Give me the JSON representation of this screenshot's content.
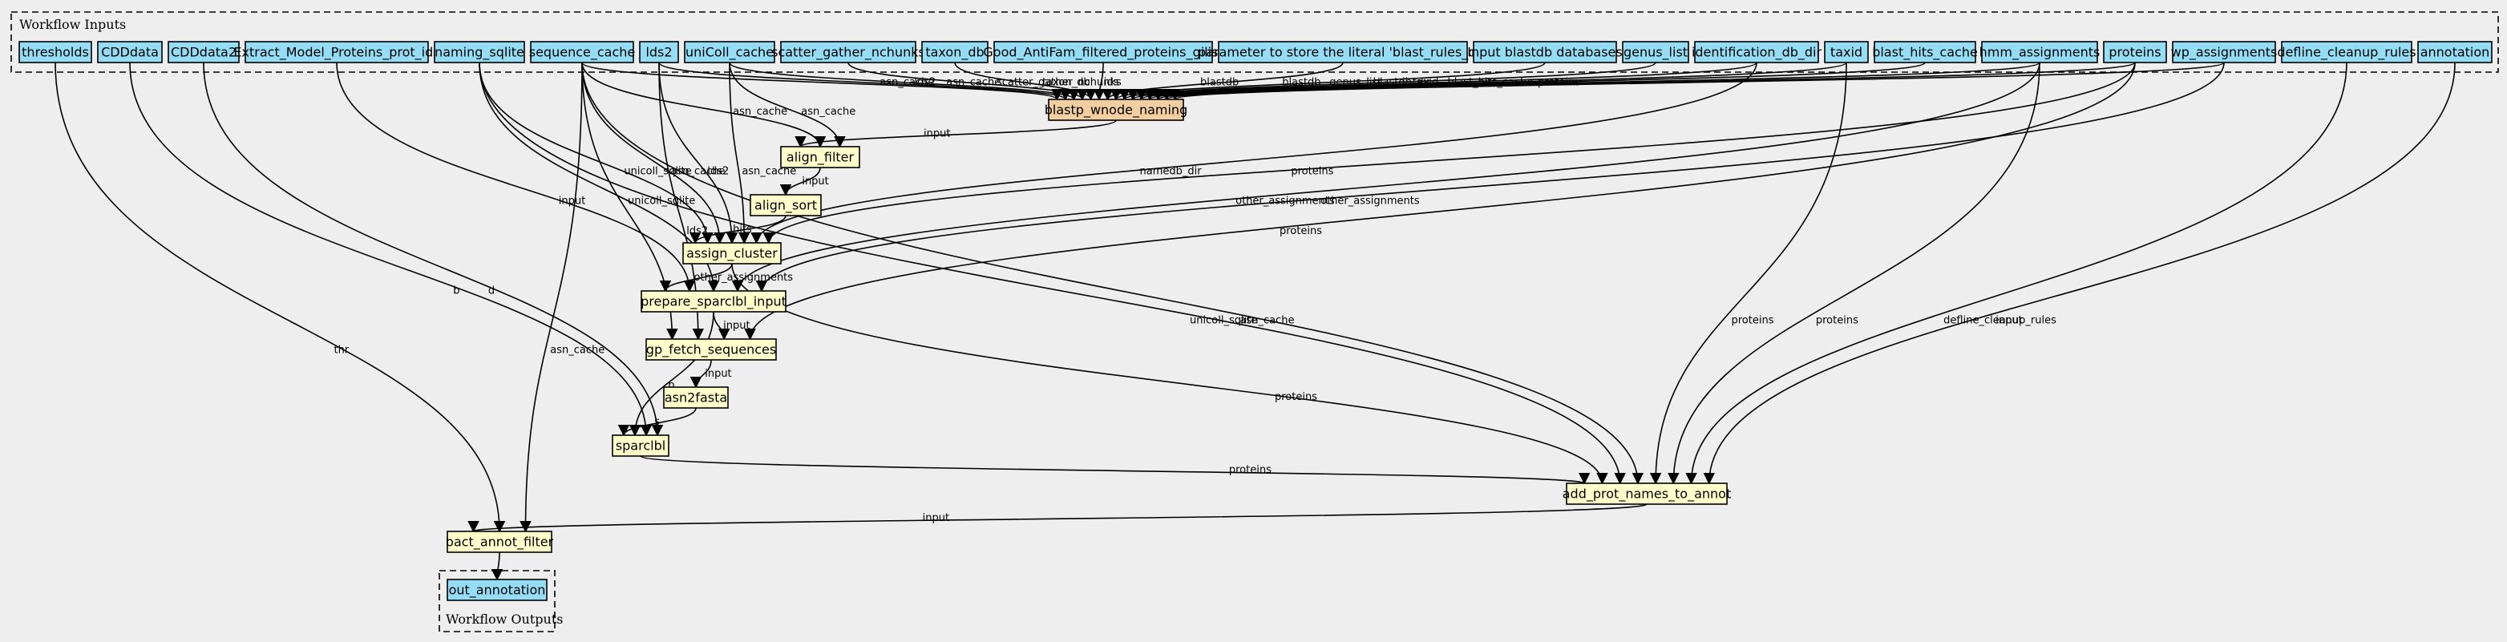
{
  "colors": {
    "background": "#eeeeee",
    "input_node": "#94ddf4",
    "output_node": "#94ddf4",
    "step_node": "#ffffcc",
    "highlight_step": "#f3cea1"
  },
  "inputs_cluster_label": "Workflow Inputs",
  "outputs_cluster_label": "Workflow Outputs",
  "inputs": [
    {
      "id": "thresholds",
      "label": "thresholds"
    },
    {
      "id": "CDDdata",
      "label": "CDDdata"
    },
    {
      "id": "CDDdata2",
      "label": "CDDdata2"
    },
    {
      "id": "Extract_Model_Proteins_prot_ids",
      "label": "Extract_Model_Proteins_prot_ids"
    },
    {
      "id": "naming_sqlite",
      "label": "naming_sqlite"
    },
    {
      "id": "sequence_cache",
      "label": "sequence_cache"
    },
    {
      "id": "lds2",
      "label": "lds2"
    },
    {
      "id": "uniColl_cache",
      "label": "uniColl_cache"
    },
    {
      "id": "scatter_gather_nchunks",
      "label": "scatter_gather_nchunks"
    },
    {
      "id": "taxon_db",
      "label": "taxon_db"
    },
    {
      "id": "Good_AntiFam",
      "label": "Good_AntiFam_filtered_proteins_gilist"
    },
    {
      "id": "blast_rules_param",
      "label": "parameter to store the literal 'blast_rules_db'"
    },
    {
      "id": "blastdb_input",
      "label": "Input blastdb databases"
    },
    {
      "id": "genus_list",
      "label": "genus_list"
    },
    {
      "id": "identification_db_dir",
      "label": "identification_db_dir"
    },
    {
      "id": "taxid",
      "label": "taxid"
    },
    {
      "id": "blast_hits_cache",
      "label": "blast_hits_cache"
    },
    {
      "id": "hmm_assignments",
      "label": "hmm_assignments"
    },
    {
      "id": "proteins",
      "label": "proteins"
    },
    {
      "id": "wp_assignments",
      "label": "wp_assignments"
    },
    {
      "id": "defline_cleanup_rules",
      "label": "defline_cleanup_rules"
    },
    {
      "id": "annotation",
      "label": "annotation"
    }
  ],
  "steps": [
    {
      "id": "blastp_wnode_naming",
      "label": "blastp_wnode_naming"
    },
    {
      "id": "align_filter",
      "label": "align_filter"
    },
    {
      "id": "align_sort",
      "label": "align_sort"
    },
    {
      "id": "assign_cluster",
      "label": "assign_cluster"
    },
    {
      "id": "prepare_sparclbl_input",
      "label": "prepare_sparclbl_input"
    },
    {
      "id": "gp_fetch_sequences",
      "label": "gp_fetch_sequences"
    },
    {
      "id": "asn2fasta",
      "label": "asn2fasta"
    },
    {
      "id": "sparclbl",
      "label": "sparclbl"
    },
    {
      "id": "add_prot_names_to_annot",
      "label": "add_prot_names_to_annot"
    },
    {
      "id": "bact_annot_filter",
      "label": "bact_annot_filter"
    }
  ],
  "outputs": [
    {
      "id": "out_annotation",
      "label": "out_annotation"
    }
  ],
  "edges": [
    {
      "from": "sequence_cache",
      "to": "blastp_wnode_naming",
      "label": "asn_cache"
    },
    {
      "from": "lds2",
      "to": "blastp_wnode_naming",
      "label": "lds2"
    },
    {
      "from": "uniColl_cache",
      "to": "blastp_wnode_naming",
      "label": "asn_cache"
    },
    {
      "from": "scatter_gather_nchunks",
      "to": "blastp_wnode_naming",
      "label": "scatter_gather_nchunks"
    },
    {
      "from": "taxon_db",
      "to": "blastp_wnode_naming",
      "label": "taxon_db"
    },
    {
      "from": "Good_AntiFam",
      "to": "blastp_wnode_naming",
      "label": "ids"
    },
    {
      "from": "blast_rules_param",
      "to": "blastp_wnode_naming",
      "label": "blastdb"
    },
    {
      "from": "blastdb_input",
      "to": "blastp_wnode_naming",
      "label": "blastdb"
    },
    {
      "from": "genus_list",
      "to": "blastp_wnode_naming",
      "label": "genus_list"
    },
    {
      "from": "identification_db_dir",
      "to": "blastp_wnode_naming",
      "label": "blastdb_dir"
    },
    {
      "from": "taxid",
      "to": "blastp_wnode_naming",
      "label": "taxid"
    },
    {
      "from": "blast_hits_cache",
      "to": "blastp_wnode_naming",
      "label": "blast_hits_cache"
    },
    {
      "from": "hmm_assignments",
      "to": "blastp_wnode_naming",
      "label": ""
    },
    {
      "from": "proteins",
      "to": "blastp_wnode_naming",
      "label": "proteins"
    },
    {
      "from": "wp_assignments",
      "to": "blastp_wnode_naming",
      "label": ""
    },
    {
      "from": "blastp_wnode_naming",
      "to": "align_filter",
      "label": "input"
    },
    {
      "from": "sequence_cache",
      "to": "align_filter",
      "label": "asn_cache"
    },
    {
      "from": "uniColl_cache",
      "to": "align_filter",
      "label": "asn_cache"
    },
    {
      "from": "align_filter",
      "to": "align_sort",
      "label": "input"
    },
    {
      "from": "align_sort",
      "to": "assign_cluster",
      "label": "hits"
    },
    {
      "from": "naming_sqlite",
      "to": "assign_cluster",
      "label": "unicoll_sqlite"
    },
    {
      "from": "sequence_cache",
      "to": "assign_cluster",
      "label": "asn_cache"
    },
    {
      "from": "lds2",
      "to": "assign_cluster",
      "label": "lds2"
    },
    {
      "from": "uniColl_cache",
      "to": "assign_cluster",
      "label": "asn_cache"
    },
    {
      "from": "identification_db_dir",
      "to": "assign_cluster",
      "label": "namedb_dir"
    },
    {
      "from": "proteins",
      "to": "assign_cluster",
      "label": "proteins"
    },
    {
      "from": "assign_cluster",
      "to": "prepare_sparclbl_input",
      "label": "other_assignments"
    },
    {
      "from": "Extract_Model_Proteins_prot_ids",
      "to": "prepare_sparclbl_input",
      "label": "input"
    },
    {
      "from": "naming_sqlite",
      "to": "prepare_sparclbl_input",
      "label": "unicoll_sqlite"
    },
    {
      "from": "hmm_assignments",
      "to": "prepare_sparclbl_input",
      "label": "other_assignments"
    },
    {
      "from": "wp_assignments",
      "to": "prepare_sparclbl_input",
      "label": "other_assignments"
    },
    {
      "from": "sequence_cache",
      "to": "gp_fetch_sequences",
      "label": ""
    },
    {
      "from": "lds2",
      "to": "gp_fetch_sequences",
      "label": "lds2"
    },
    {
      "from": "prepare_sparclbl_input",
      "to": "gp_fetch_sequences",
      "label": "input"
    },
    {
      "from": "proteins",
      "to": "gp_fetch_sequences",
      "label": "proteins"
    },
    {
      "from": "gp_fetch_sequences",
      "to": "asn2fasta",
      "label": "input"
    },
    {
      "from": "asn2fasta",
      "to": "sparclbl",
      "label": "s"
    },
    {
      "from": "prepare_sparclbl_input",
      "to": "sparclbl",
      "label": "p"
    },
    {
      "from": "CDDdata",
      "to": "sparclbl",
      "label": "b"
    },
    {
      "from": "CDDdata2",
      "to": "sparclbl",
      "label": "d"
    },
    {
      "from": "sparclbl",
      "to": "add_prot_names_to_annot",
      "label": "proteins"
    },
    {
      "from": "assign_cluster",
      "to": "add_prot_names_to_annot",
      "label": "proteins"
    },
    {
      "from": "naming_sqlite",
      "to": "add_prot_names_to_annot",
      "label": "unicoll_sqlite"
    },
    {
      "from": "sequence_cache",
      "to": "add_prot_names_to_annot",
      "label": "asn_cache"
    },
    {
      "from": "taxid",
      "to": "add_prot_names_to_annot",
      "label": "proteins"
    },
    {
      "from": "hmm_assignments",
      "to": "add_prot_names_to_annot",
      "label": "proteins"
    },
    {
      "from": "defline_cleanup_rules",
      "to": "add_prot_names_to_annot",
      "label": "defline_cleanup_rules"
    },
    {
      "from": "annotation",
      "to": "add_prot_names_to_annot",
      "label": "input"
    },
    {
      "from": "add_prot_names_to_annot",
      "to": "bact_annot_filter",
      "label": "input"
    },
    {
      "from": "thresholds",
      "to": "bact_annot_filter",
      "label": "thr"
    },
    {
      "from": "sequence_cache",
      "to": "bact_annot_filter",
      "label": "asn_cache"
    },
    {
      "from": "bact_annot_filter",
      "to": "out_annotation",
      "label": ""
    }
  ]
}
